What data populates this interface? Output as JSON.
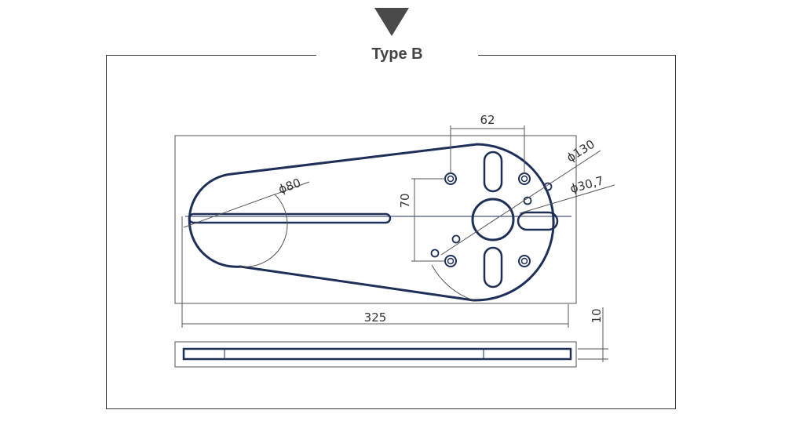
{
  "header": {
    "title": "Type B",
    "marker": "down-triangle-icon"
  },
  "drawing": {
    "dimensions": {
      "slot_spacing": "62",
      "hole_spacing": "70",
      "outer_diameter": "ϕ130",
      "center_hole": "ϕ30,7",
      "end_radius": "ϕ80",
      "length": "325",
      "thickness": "10"
    },
    "colors": {
      "plate_outline": "#1e2f58",
      "dimension_lines": "#555555"
    }
  }
}
